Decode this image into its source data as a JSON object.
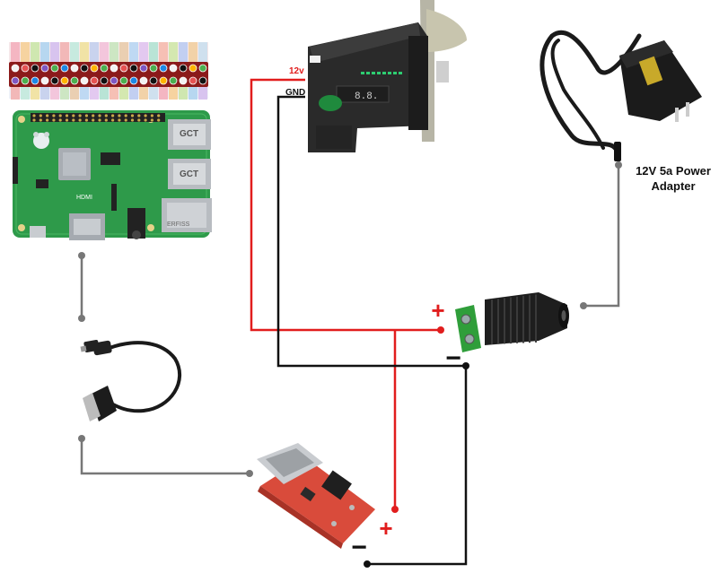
{
  "labels": {
    "voltage": "12v",
    "ground": "GND",
    "adapter_line1": "12V 5a Power",
    "adapter_line2": "Adapter",
    "plus_jack": "+",
    "minus_jack": "−",
    "plus_converter": "+",
    "minus_converter": "−"
  },
  "components": {
    "board_markings": {
      "hdmi": "HDMI",
      "usb": "GCT",
      "ethernet": "ERFISS"
    },
    "acceptor_display": "8.8."
  },
  "colors": {
    "positive_wire": "#e11d1d",
    "ground_wire": "#111111",
    "signal_link": "#777777",
    "pcb_green": "#2e9a4a",
    "converter_red": "#d94b3b",
    "terminal_green": "#2f9e3a"
  },
  "icons": [
    "raspberry-pi-icon",
    "coin-acceptor-icon",
    "power-adapter-icon",
    "dc-jack-icon",
    "usb-cable-icon",
    "buck-converter-icon"
  ]
}
